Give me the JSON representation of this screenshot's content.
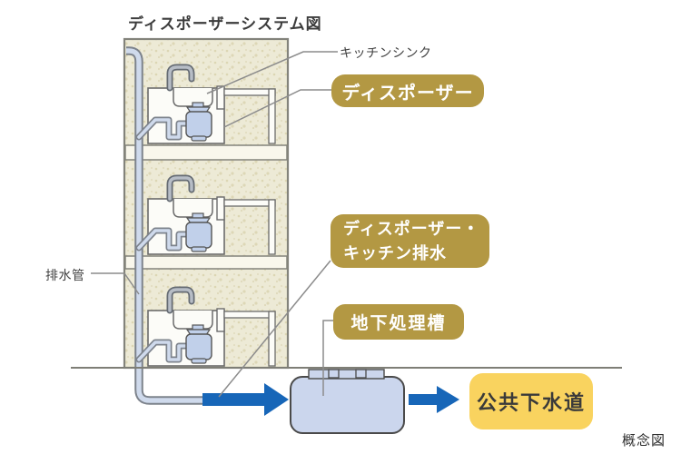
{
  "title": "ディスポーザーシステム図",
  "caption": "概念図",
  "labels": {
    "kitchen_sink": "キッチンシンク",
    "drain_pipe": "排水管"
  },
  "badges": {
    "disposer": "ディスポーザー",
    "disposer_kitchen_drain_line1": "ディスポーザー・",
    "disposer_kitchen_drain_line2": "キッチン排水",
    "underground_treatment_tank": "地下処理槽",
    "public_sewer": "公共下水道"
  },
  "diagram": {
    "floors_with_sinks": 3
  },
  "colors": {
    "badge_gold": "#b39843",
    "badge_gold_text": "#ffffff",
    "badge_yellow": "#f9d35f",
    "badge_yellow_text": "#3a3a3a",
    "arrow_blue": "#1766b8",
    "pipe_fill": "#cfdaec",
    "disposer_fill": "#c1d0ea",
    "tank_fill": "#cbd6ed",
    "wall_fill": "#edead6",
    "outline_gray": "#83837b"
  }
}
